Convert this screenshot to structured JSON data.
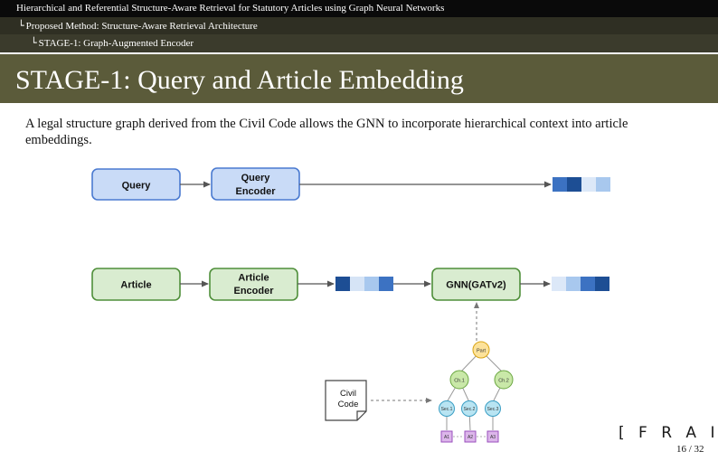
{
  "header": {
    "line1": "Hierarchical and Referential Structure-Aware Retrieval for Statutory Articles using Graph Neural Networks",
    "line2": "Proposed Method: Structure-Aware Retrieval Architecture",
    "line3": "STAGE-1: Graph-Augmented Encoder"
  },
  "slide": {
    "title": "STAGE-1: Query and Article Embedding",
    "intro": "A legal structure graph derived from the Civil Code allows the GNN to incorporate hierarchical context into article embeddings."
  },
  "diagram": {
    "query_box": "Query",
    "query_encoder": [
      "Query",
      "Encoder"
    ],
    "article_box": "Article",
    "article_encoder": [
      "Article",
      "Encoder"
    ],
    "gnn_box": "GNN(GATv2)",
    "civil_code": [
      "Civil",
      "Code"
    ],
    "tree": {
      "root": "Part",
      "chapters": [
        "Ch.1",
        "Ch.2"
      ],
      "sections": [
        "Sec.1",
        "Sec.2",
        "Sec.3"
      ],
      "articles": [
        "A1",
        "A2",
        "A3"
      ]
    },
    "colors": {
      "query_fill": "#c9dbf7",
      "query_stroke": "#4a7ad0",
      "article_fill": "#d9ecd0",
      "article_stroke": "#4f8f3a",
      "root_node": "#fce29a",
      "chapter_node": "#c9e8a8",
      "section_node": "#b8e4f2",
      "article_node": "#dcb6ea"
    },
    "vector_query_out": [
      "#3c72c2",
      "#1d4e94",
      "#dce8f8",
      "#a8c8ee"
    ],
    "vector_article_mid": [
      "#1d4e94",
      "#d6e4f6",
      "#a8c8ee",
      "#3c72c2"
    ],
    "vector_article_out": [
      "#dce8f8",
      "#a8c8ee",
      "#3c72c2",
      "#1d4e94"
    ]
  },
  "footer": {
    "logo": "[ F R A I M",
    "page": "16 / 32"
  }
}
